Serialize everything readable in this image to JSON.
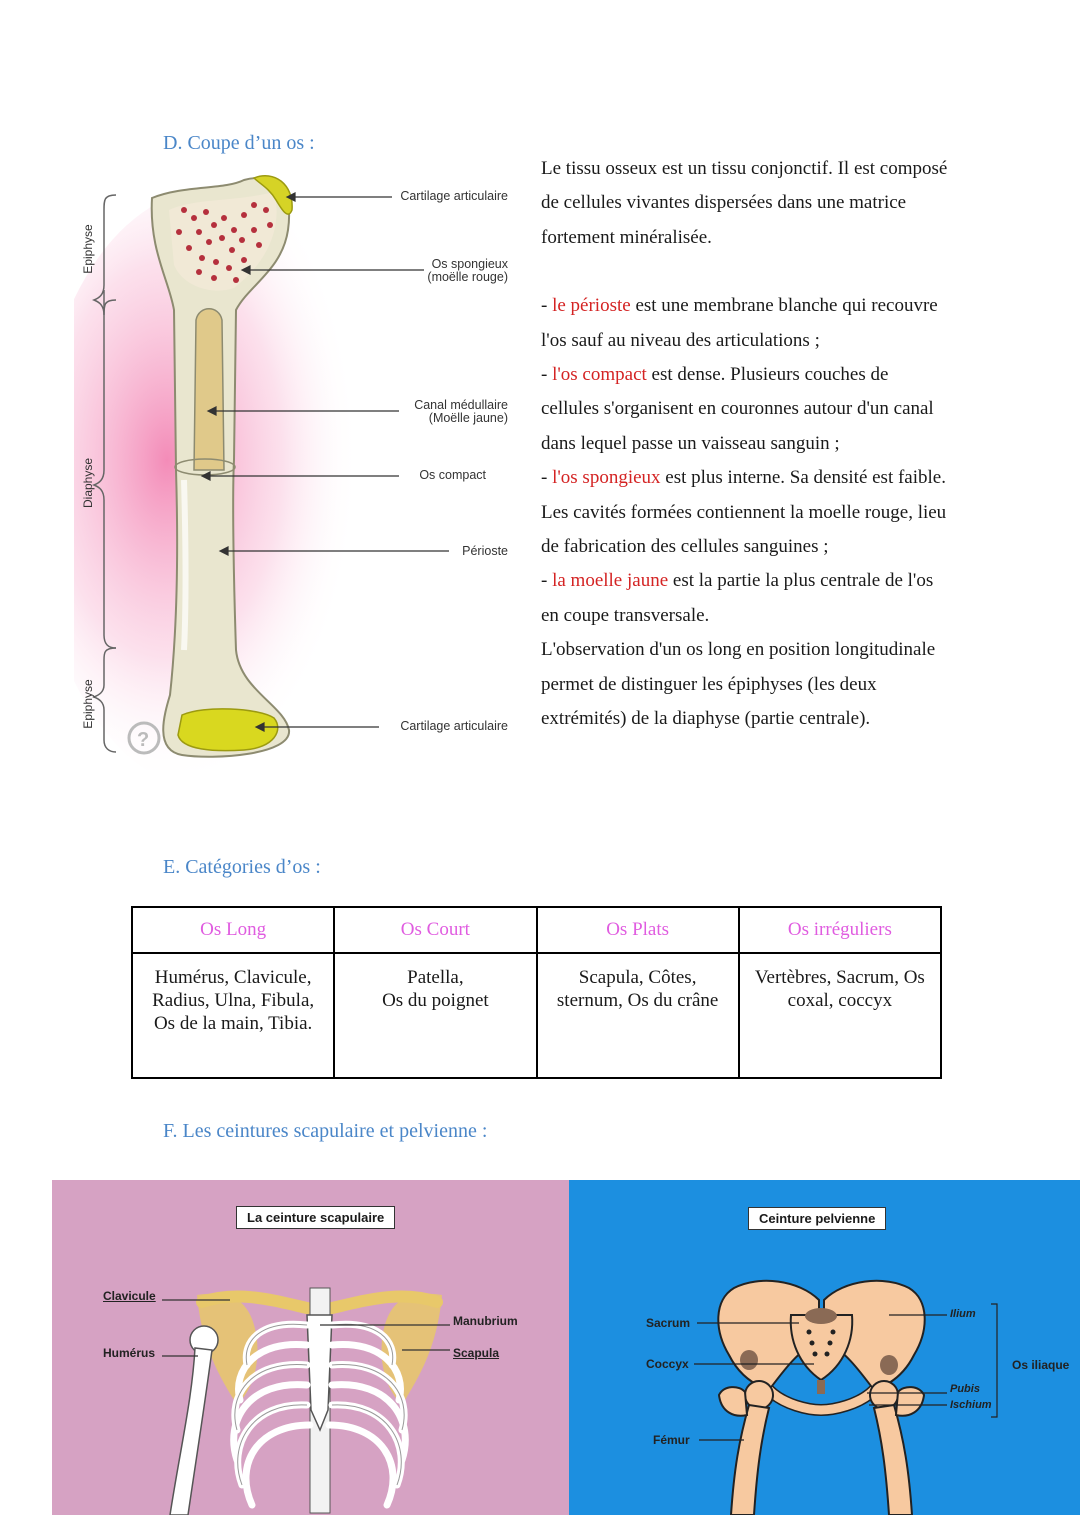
{
  "section_d": {
    "heading": "D.  Coupe d’un os :",
    "diagram": {
      "labels": {
        "cartilage_top": "Cartilage articulaire",
        "spongy_1": "Os spongieux",
        "spongy_2": "(moëlle rouge)",
        "canal_1": "Canal médullaire",
        "canal_2": "(Moëlle jaune)",
        "compact": "Os compact",
        "periosteum": "Périoste",
        "cartilage_bottom": "Cartilage articulaire"
      },
      "side_labels": {
        "epiphyse_top": "Epiphyse",
        "diaphyse": "Diaphyse",
        "epiphyse_bottom": "Epiphyse"
      }
    },
    "intro": "Le tissu osseux est un tissu conjonctif. Il est composé de cellules vivantes dispersées dans une matrice fortement minéralisée.",
    "items": [
      {
        "prefix": "- ",
        "term": "le périoste",
        "text": " est une membrane blanche qui recouvre l'os sauf au niveau des articulations ;"
      },
      {
        "prefix": "- ",
        "term": "l'os compact",
        "text": " est dense. Plusieurs couches de cellules s'organisent en couronnes autour d'un canal dans lequel passe un vaisseau sanguin ;"
      },
      {
        "prefix": "- ",
        "term": "l'os spongieux",
        "text": " est plus interne. Sa densité est faible. Les cavités formées contiennent la moelle rouge, lieu de fabrication des cellules sanguines ;"
      },
      {
        "prefix": "- ",
        "term": "la moelle jaune",
        "text": " est la partie la plus centrale de l'os en coupe transversale."
      }
    ],
    "outro": "L'observation d'un os long en position longitudinale permet de distinguer les épiphyses (les deux extrémités) de la diaphyse (partie centrale)."
  },
  "section_e": {
    "heading": "E.  Catégories d’os :",
    "columns": [
      "Os Long",
      "Os Court",
      "Os Plats",
      "Os irréguliers"
    ],
    "cells": [
      [
        "Humérus, Clavicule,",
        "Radius, Ulna, Fibula,",
        "Os de la main, Tibia."
      ],
      [
        "Patella,",
        "Os du poignet"
      ],
      [
        "Scapula, Côtes,",
        "sternum, Os du crâne"
      ],
      [
        "Vertèbres, Sacrum, Os",
        "coxal, coccyx"
      ]
    ]
  },
  "section_f": {
    "heading": "F.  Les ceintures scapulaire et pelvienne :",
    "scapular": {
      "title": "La ceinture scapulaire",
      "bg": "#d9a0c4",
      "labels": {
        "clavicule": "Clavicule",
        "humerus": "Humérus",
        "manubrium": "Manubrium",
        "scapula": "Scapula"
      }
    },
    "pelvic": {
      "title": "Ceinture pelvienne",
      "bg": "#1e8fe0",
      "labels": {
        "sacrum": "Sacrum",
        "coccyx": "Coccyx",
        "femur": "Fémur",
        "ilium": "Ilium",
        "pubis": "Pubis",
        "ischium": "Ischium",
        "os_iliaque": "Os iliaque"
      }
    }
  }
}
